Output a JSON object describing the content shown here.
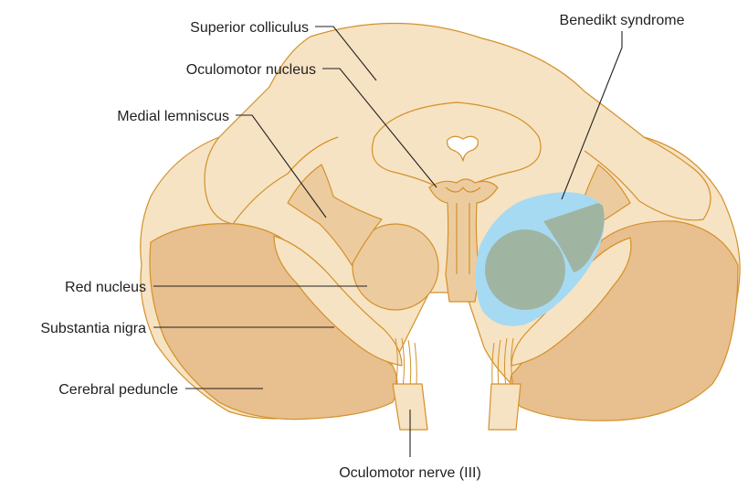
{
  "diagram": {
    "labels": {
      "superior_colliculus": "Superior colliculus",
      "oculomotor_nucleus": "Oculomotor nucleus",
      "medial_lemniscus": "Medial lemniscus",
      "red_nucleus": "Red nucleus",
      "substantia_nigra": "Substantia nigra",
      "cerebral_peduncle": "Cerebral peduncle",
      "oculomotor_nerve": "Oculomotor nerve (III)",
      "benedikt_syndrome": "Benedikt syndrome"
    },
    "colors": {
      "midbrain_fill": "#f6e3c3",
      "peduncle_fill": "#e8bf8e",
      "structure_fill": "#eccc9f",
      "outline": "#d4902a",
      "lesion_fill": "#a6daf2",
      "lesion_overlap_fill": "#9fb5a2",
      "label_text": "#231f20"
    }
  }
}
